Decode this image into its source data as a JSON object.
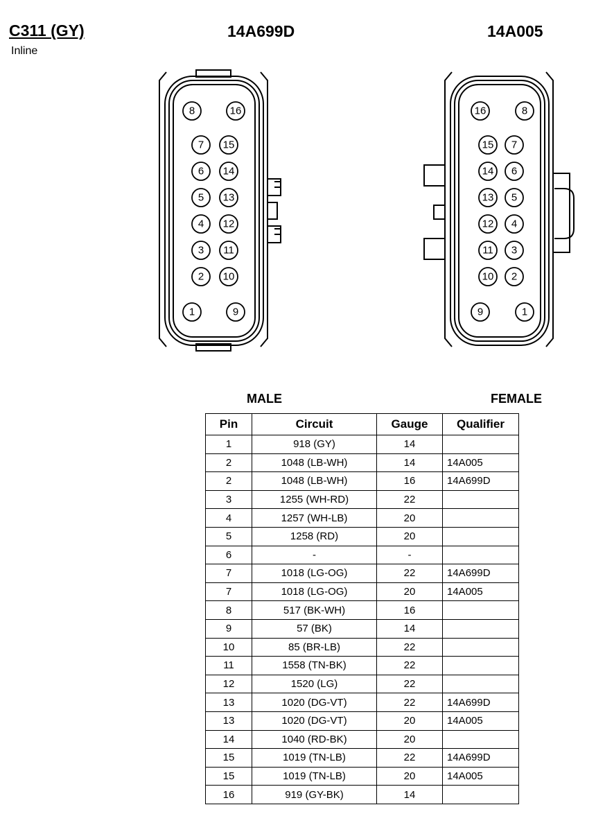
{
  "header": {
    "connector_id": "C311 (GY)",
    "connector_type": "Inline",
    "male_part": "14A699D",
    "female_part": "14A005"
  },
  "labels": {
    "male": "MALE",
    "female": "FEMALE"
  },
  "male_pins": [
    {
      "label": "8",
      "col": 0,
      "row": 0
    },
    {
      "label": "16",
      "col": 1,
      "row": 0
    },
    {
      "label": "7",
      "col": 0,
      "row": 1
    },
    {
      "label": "15",
      "col": 1,
      "row": 1
    },
    {
      "label": "6",
      "col": 0,
      "row": 2
    },
    {
      "label": "14",
      "col": 1,
      "row": 2
    },
    {
      "label": "5",
      "col": 0,
      "row": 3
    },
    {
      "label": "13",
      "col": 1,
      "row": 3
    },
    {
      "label": "4",
      "col": 0,
      "row": 4
    },
    {
      "label": "12",
      "col": 1,
      "row": 4
    },
    {
      "label": "3",
      "col": 0,
      "row": 5
    },
    {
      "label": "11",
      "col": 1,
      "row": 5
    },
    {
      "label": "2",
      "col": 0,
      "row": 6
    },
    {
      "label": "10",
      "col": 1,
      "row": 6
    },
    {
      "label": "1",
      "col": 0,
      "row": 7
    },
    {
      "label": "9",
      "col": 1,
      "row": 7
    }
  ],
  "female_pins": [
    {
      "label": "16",
      "col": 0,
      "row": 0
    },
    {
      "label": "8",
      "col": 1,
      "row": 0
    },
    {
      "label": "15",
      "col": 0,
      "row": 1
    },
    {
      "label": "7",
      "col": 1,
      "row": 1
    },
    {
      "label": "14",
      "col": 0,
      "row": 2
    },
    {
      "label": "6",
      "col": 1,
      "row": 2
    },
    {
      "label": "13",
      "col": 0,
      "row": 3
    },
    {
      "label": "5",
      "col": 1,
      "row": 3
    },
    {
      "label": "12",
      "col": 0,
      "row": 4
    },
    {
      "label": "4",
      "col": 1,
      "row": 4
    },
    {
      "label": "11",
      "col": 0,
      "row": 5
    },
    {
      "label": "3",
      "col": 1,
      "row": 5
    },
    {
      "label": "10",
      "col": 0,
      "row": 6
    },
    {
      "label": "2",
      "col": 1,
      "row": 6
    },
    {
      "label": "9",
      "col": 0,
      "row": 7
    },
    {
      "label": "1",
      "col": 1,
      "row": 7
    }
  ],
  "table": {
    "headers": [
      "Pin",
      "Circuit",
      "Gauge",
      "Qualifier"
    ],
    "rows": [
      [
        "1",
        "918 (GY)",
        "14",
        ""
      ],
      [
        "2",
        "1048 (LB-WH)",
        "14",
        "14A005"
      ],
      [
        "2",
        "1048 (LB-WH)",
        "16",
        "14A699D"
      ],
      [
        "3",
        "1255 (WH-RD)",
        "22",
        ""
      ],
      [
        "4",
        "1257 (WH-LB)",
        "20",
        ""
      ],
      [
        "5",
        "1258 (RD)",
        "20",
        ""
      ],
      [
        "6",
        "-",
        "-",
        ""
      ],
      [
        "7",
        "1018 (LG-OG)",
        "22",
        "14A699D"
      ],
      [
        "7",
        "1018 (LG-OG)",
        "20",
        "14A005"
      ],
      [
        "8",
        "517 (BK-WH)",
        "16",
        ""
      ],
      [
        "9",
        "57 (BK)",
        "14",
        ""
      ],
      [
        "10",
        "85 (BR-LB)",
        "22",
        ""
      ],
      [
        "11",
        "1558 (TN-BK)",
        "22",
        ""
      ],
      [
        "12",
        "1520 (LG)",
        "22",
        ""
      ],
      [
        "13",
        "1020 (DG-VT)",
        "22",
        "14A699D"
      ],
      [
        "13",
        "1020 (DG-VT)",
        "20",
        "14A005"
      ],
      [
        "14",
        "1040 (RD-BK)",
        "20",
        ""
      ],
      [
        "15",
        "1019 (TN-LB)",
        "22",
        "14A699D"
      ],
      [
        "15",
        "1019 (TN-LB)",
        "20",
        "14A005"
      ],
      [
        "16",
        "919 (GY-BK)",
        "14",
        ""
      ]
    ]
  }
}
